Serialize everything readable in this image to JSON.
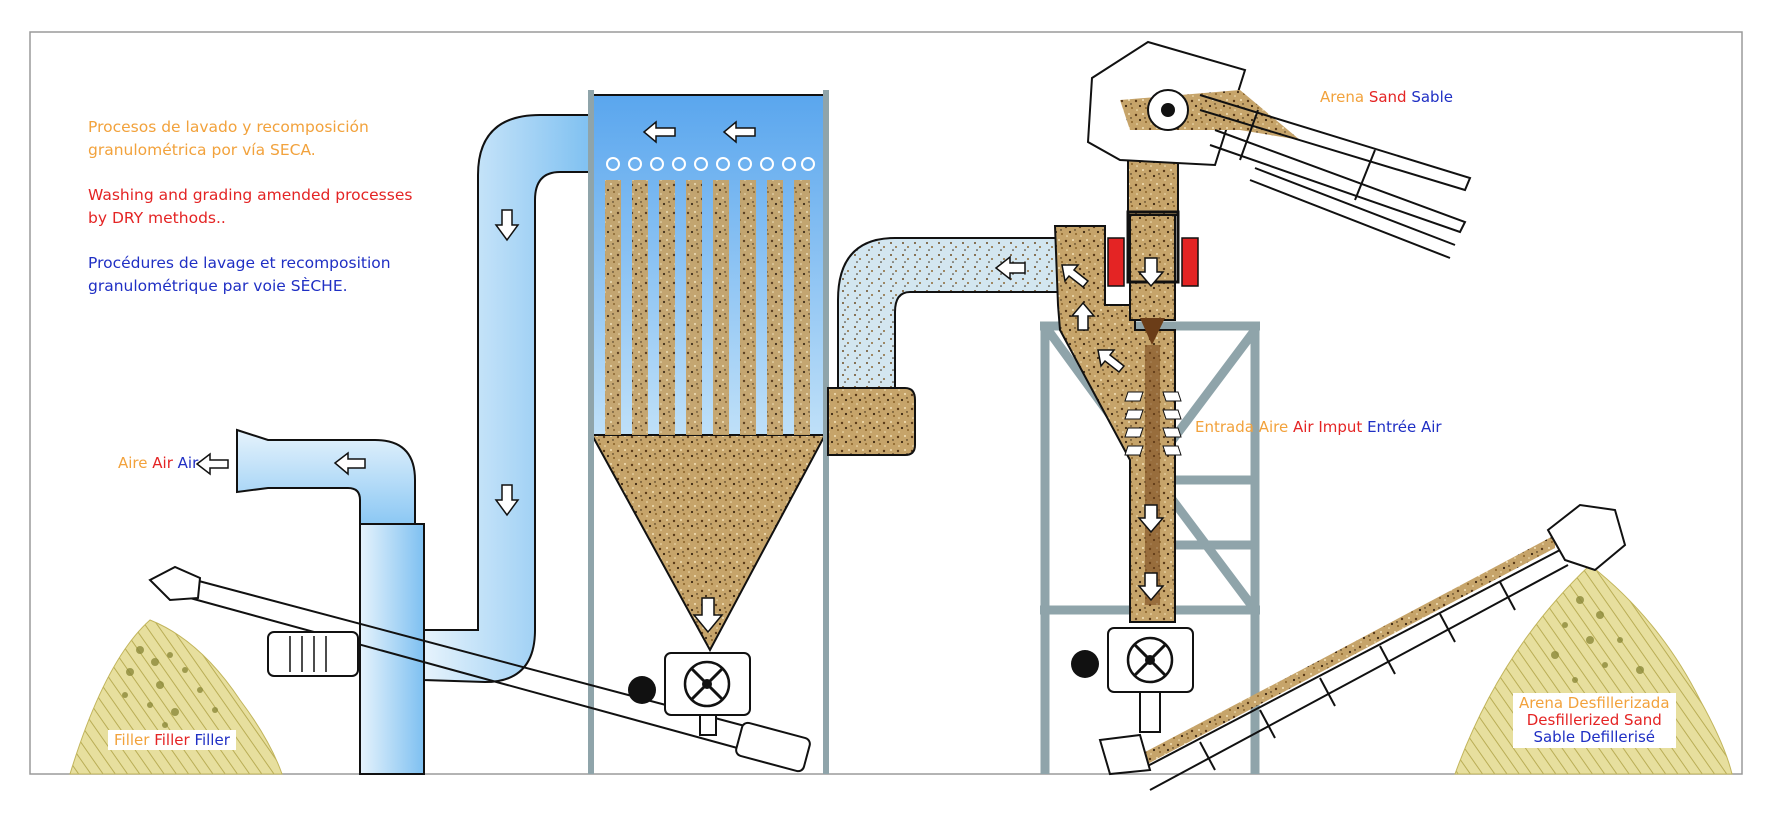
{
  "intro": {
    "es": [
      "Procesos de lavado y recomposición",
      "granulométrica por vía SECA."
    ],
    "en": [
      "Washing and grading amended processes",
      "by DRY methods.."
    ],
    "fr": [
      "Procédures de lavage et recomposition",
      "granulométrique par voie SÈCHE."
    ]
  },
  "labels": {
    "air_out": {
      "es": "Aire",
      "en": "Air",
      "fr": "Air"
    },
    "sand_in": {
      "es": "Arena",
      "en": "Sand",
      "fr": "Sable"
    },
    "air_in": {
      "es": "Entrada Aire",
      "en": "Air Imput",
      "fr": "Entrée Air"
    },
    "filler": {
      "es": "Filler",
      "en": "Filler",
      "fr": "Filler"
    },
    "sand_out": {
      "es": "Arena Desfillerizada",
      "en": "Desfillerized Sand",
      "fr": "Sable Defillerisé"
    }
  },
  "colors": {
    "spanish": "#f2a23c",
    "english": "#e42424",
    "french": "#1f2fc4",
    "air_duct": "#8cc8f4",
    "frame": "#8fa4aa",
    "sand": "#b48a4a",
    "filler_pile": "#c9bf6a",
    "motor_accent": "#e42424"
  }
}
